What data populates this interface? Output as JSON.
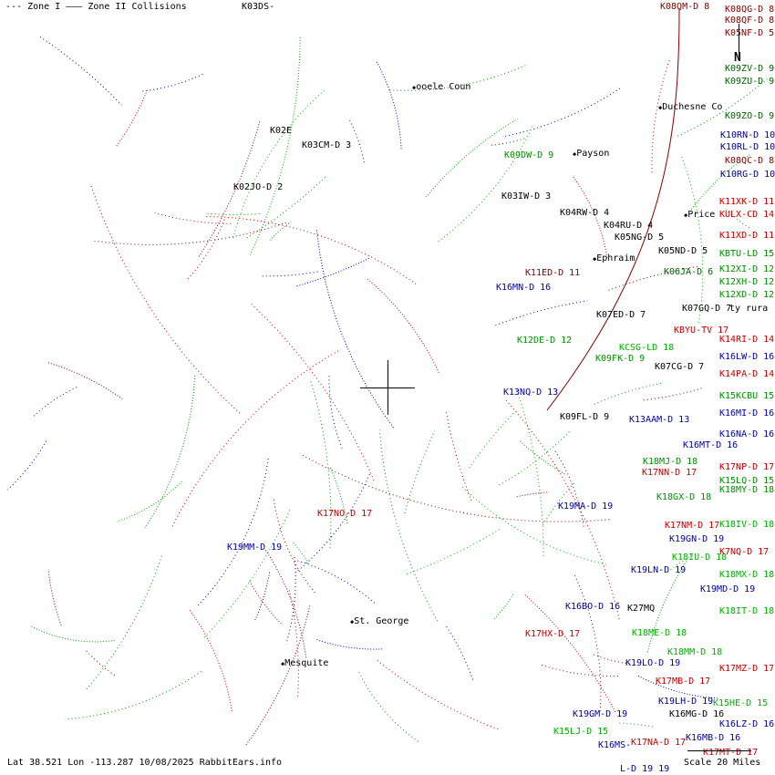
{
  "legend": {
    "zone1": "--- Zone I",
    "zone2": "——— Zone II Collisions"
  },
  "colors": {
    "blue": "#0000a0",
    "green": "#009000",
    "lightgreen": "#00b000",
    "red": "#c00000",
    "darkred": "#800000",
    "black": "#000000",
    "darkgreen": "#006000"
  },
  "stations": [
    {
      "text": "K03DS-",
      "color": "black"
    },
    {
      "text": "K08QM-D 8",
      "color": "darkred"
    },
    {
      "text": "K08QG-D 8",
      "color": "darkred"
    },
    {
      "text": "K08QF-D 8",
      "color": "darkred"
    },
    {
      "text": "K05NF-D 5",
      "color": "darkred"
    },
    {
      "text": "K09ZV-D 9",
      "color": "darkgreen"
    },
    {
      "text": "K09ZU-D 9",
      "color": "darkgreen"
    },
    {
      "text": "K09ZO-D 9",
      "color": "darkgreen"
    },
    {
      "text": "K10RN-D 10",
      "color": "blue"
    },
    {
      "text": "K10RL-D 10",
      "color": "blue"
    },
    {
      "text": "K08QC-D 8",
      "color": "darkred"
    },
    {
      "text": "K10RG-D 10",
      "color": "blue"
    },
    {
      "text": "K11XK-D 11",
      "color": "red"
    },
    {
      "text": "KULX-CD 14",
      "color": "red"
    },
    {
      "text": "K11XD-D 11",
      "color": "red"
    },
    {
      "text": "KBTU-LD 15",
      "color": "green"
    },
    {
      "text": "K12XI-D 12",
      "color": "green"
    },
    {
      "text": "K12XH-D 12",
      "color": "green"
    },
    {
      "text": "K12XD-D 12",
      "color": "green"
    },
    {
      "text": "K07GQ-D 7",
      "color": "black"
    },
    {
      "text": "KBYU-TV 17",
      "color": "red"
    },
    {
      "text": "K14RI-D 14",
      "color": "red"
    },
    {
      "text": "K16LW-D 16",
      "color": "blue"
    },
    {
      "text": "K14PA-D 14",
      "color": "red"
    },
    {
      "text": "K15KCBU 15",
      "color": "green"
    },
    {
      "text": "K16MI-D 16",
      "color": "blue"
    },
    {
      "text": "K16NA-D 16",
      "color": "blue"
    },
    {
      "text": "K16MT-D 16",
      "color": "blue"
    },
    {
      "text": "K17NP-D 17",
      "color": "red"
    },
    {
      "text": "K15LQ-D 15",
      "color": "green"
    },
    {
      "text": "K18MY-D 18",
      "color": "green"
    },
    {
      "text": "K18MJ-D 18",
      "color": "green"
    },
    {
      "text": "K17NN-D 17",
      "color": "red"
    },
    {
      "text": "K18GX-D 18",
      "color": "green"
    },
    {
      "text": "K07CG-D 7",
      "color": "black"
    },
    {
      "text": "K13AAM-D 13",
      "color": "blue"
    },
    {
      "text": "K06JA-D 6",
      "color": "darkgreen"
    },
    {
      "text": "K05ND-D 5",
      "color": "black"
    },
    {
      "text": "K05NG-D 5",
      "color": "black"
    },
    {
      "text": "K04RU-D 4",
      "color": "black"
    },
    {
      "text": "K04RW-D 4",
      "color": "black"
    },
    {
      "text": "K03IW-D 3",
      "color": "black"
    },
    {
      "text": "K09DW-D 9",
      "color": "green"
    },
    {
      "text": "K02E",
      "color": "black"
    },
    {
      "text": "K03CM-D 3",
      "color": "black"
    },
    {
      "text": "K02JO-D 2",
      "color": "black"
    },
    {
      "text": "K11ED-D 11",
      "color": "darkred"
    },
    {
      "text": "K16MN-D 16",
      "color": "blue"
    },
    {
      "text": "K07ED-D 7",
      "color": "black"
    },
    {
      "text": "K12DE-D 12",
      "color": "green"
    },
    {
      "text": "KCSG-LD 18",
      "color": "lightgreen"
    },
    {
      "text": "K09FK-D 9",
      "color": "green"
    },
    {
      "text": "K13NQ-D 13",
      "color": "blue"
    },
    {
      "text": "K09FL-D 9",
      "color": "black"
    },
    {
      "text": "K17NO-D 17",
      "color": "red"
    },
    {
      "text": "K19MM-D 19",
      "color": "blue"
    },
    {
      "text": "K19MA-D 19",
      "color": "blue"
    },
    {
      "text": "K17NM-D 17",
      "color": "red"
    },
    {
      "text": "K18IV-D 18",
      "color": "lightgreen"
    },
    {
      "text": "K19GN-D 19",
      "color": "blue"
    },
    {
      "text": "K18IU-D 18",
      "color": "lightgreen"
    },
    {
      "text": "K7NQ-D 17",
      "color": "red"
    },
    {
      "text": "K19LN-D 19",
      "color": "blue"
    },
    {
      "text": "K18MX-D 18",
      "color": "lightgreen"
    },
    {
      "text": "K19MD-D 19",
      "color": "blue"
    },
    {
      "text": "K18IT-D 18",
      "color": "lightgreen"
    },
    {
      "text": "K16BO-D 16",
      "color": "blue"
    },
    {
      "text": "K27MQ",
      "color": "black"
    },
    {
      "text": "K17HX-D 17",
      "color": "red"
    },
    {
      "text": "K18ME-D 18",
      "color": "lightgreen"
    },
    {
      "text": "K19LO-D 19",
      "color": "blue"
    },
    {
      "text": "K18MM-D 18",
      "color": "lightgreen"
    },
    {
      "text": "K17MZ-D 17",
      "color": "red"
    },
    {
      "text": "K17MB-D 17",
      "color": "red"
    },
    {
      "text": "K19LH-D 19",
      "color": "blue"
    },
    {
      "text": "K15HE-D 15",
      "color": "lightgreen"
    },
    {
      "text": "K16MG-D 16",
      "color": "black"
    },
    {
      "text": "K16LZ-D 16",
      "color": "blue"
    },
    {
      "text": "K19GM-D 19",
      "color": "blue"
    },
    {
      "text": "K15LJ-D 15",
      "color": "lightgreen"
    },
    {
      "text": "K16MB-D 16",
      "color": "blue"
    },
    {
      "text": "K17NA-D 17",
      "color": "red"
    },
    {
      "text": "K16MS-",
      "color": "blue"
    },
    {
      "text": "K17MT-D 17",
      "color": "red"
    },
    {
      "text": "L-D 19 19",
      "color": "blue"
    }
  ],
  "cities": [
    "Duchesne Co",
    "Price",
    "Payson",
    "ooele Coun",
    "Ephraim",
    "St. George",
    "Mesquite",
    "ty rura"
  ],
  "scale": "Scale 20 Miles",
  "north": "N",
  "footer": "Lat 38.521 Lon -113.287 10/08/2025 RabbitEars.info"
}
